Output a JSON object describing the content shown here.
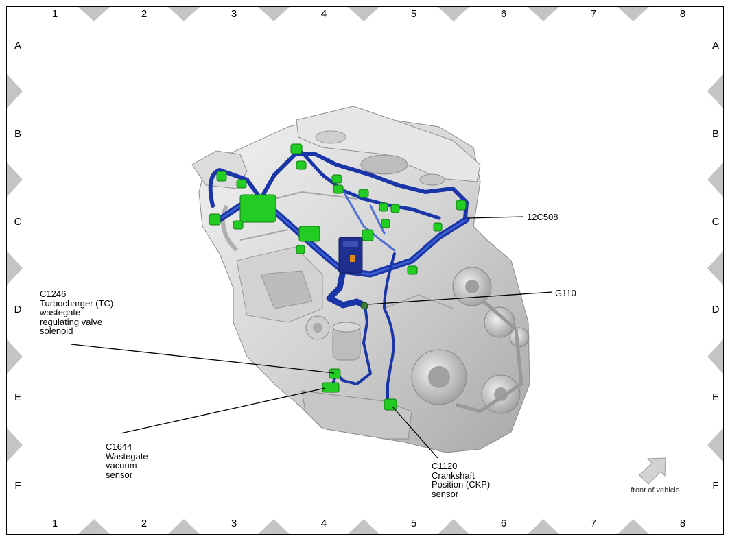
{
  "grid": {
    "columns": [
      "1",
      "2",
      "3",
      "4",
      "5",
      "6",
      "7",
      "8"
    ],
    "rows": [
      "A",
      "B",
      "C",
      "D",
      "E",
      "F"
    ]
  },
  "callouts": {
    "c12c508": {
      "code": "12C508"
    },
    "g110": {
      "code": "G110"
    },
    "c1246": {
      "code": "C1246",
      "lines": [
        "Turbocharger (TC)",
        "wastegate",
        "regulating valve",
        "solenoid"
      ]
    },
    "c1644": {
      "code": "C1644",
      "lines": [
        "Wastegate",
        "vacuum",
        "sensor"
      ]
    },
    "c1120": {
      "code": "C1120",
      "lines": [
        "Crankshaft",
        "Position (CKP)",
        "sensor"
      ]
    }
  },
  "orientation": {
    "label": "front of vehicle",
    "icon": "arrow-up-right-icon"
  },
  "colors": {
    "harness": "#1a35a8",
    "harness_light": "#4d6fd6",
    "connector": "#22cc22",
    "engine": "#cfcfcf",
    "marker": "#c4c4c4"
  }
}
